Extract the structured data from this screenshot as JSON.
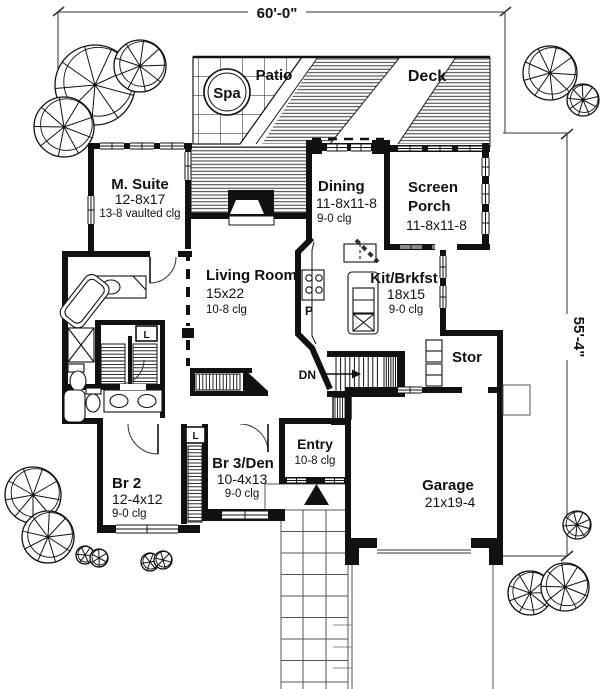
{
  "plan": {
    "dimensions": {
      "width": "60'-0\"",
      "height": "55'-4\""
    },
    "outdoor": {
      "patio": "Patio",
      "spa": "Spa",
      "deck": "Deck"
    },
    "rooms": {
      "m_suite": {
        "name": "M. Suite",
        "size": "12-8x17",
        "ceiling": "13-8 vaulted clg"
      },
      "dining": {
        "name": "Dining",
        "size": "11-8x11-8",
        "ceiling": "9-0 clg"
      },
      "screen_porch": {
        "name_line1": "Screen",
        "name_line2": "Porch",
        "size": "11-8x11-8"
      },
      "living": {
        "name": "Living Room",
        "size": "15x22",
        "ceiling": "10-8 clg"
      },
      "kitchen": {
        "name": "Kit/Brkfst",
        "size": "18x15",
        "ceiling": "9-0 clg"
      },
      "storage": {
        "name": "Stor"
      },
      "entry": {
        "name": "Entry",
        "ceiling": "10-8 clg"
      },
      "br3": {
        "name": "Br 3/Den",
        "size": "10-4x13",
        "ceiling": "9-0 clg"
      },
      "br2": {
        "name": "Br 2",
        "size": "12-4x12",
        "ceiling": "9-0 clg"
      },
      "garage": {
        "name": "Garage",
        "size": "21x19-4"
      }
    },
    "markers": {
      "stairs_down": "DN",
      "pantry": "P",
      "linen": "L"
    }
  }
}
